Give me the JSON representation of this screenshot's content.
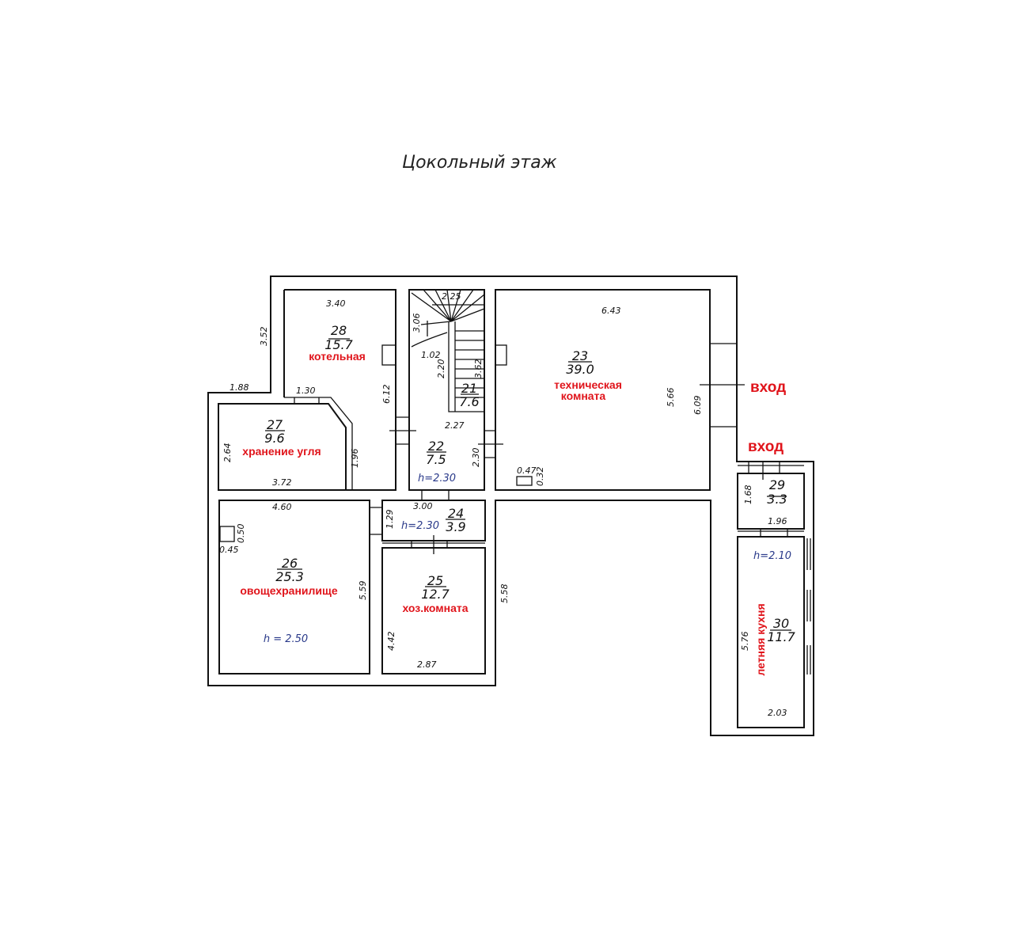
{
  "title": "Цокольный этаж",
  "rooms": [
    {
      "number": "28",
      "area": "15.7",
      "label": "котельная"
    },
    {
      "number": "27",
      "area": "9.6",
      "label": "хранение угля"
    },
    {
      "number": "21",
      "area": "7.6"
    },
    {
      "number": "22",
      "area": "7.5",
      "height": "h=2.30"
    },
    {
      "number": "23",
      "area": "39.0",
      "label1": "техническая",
      "label2": "комната"
    },
    {
      "number": "26",
      "area": "25.3",
      "label": "овощехранилище",
      "height": "h = 2.50"
    },
    {
      "number": "24",
      "area": "3.9",
      "height": "h=2.30"
    },
    {
      "number": "25",
      "area": "12.7",
      "label": "хоз.комната"
    },
    {
      "number": "29",
      "area": "3.3"
    },
    {
      "number": "30",
      "area": "11.7",
      "label": "летняя кухня",
      "height": "h=2.10"
    }
  ],
  "entrances": [
    "вход",
    "вход"
  ],
  "dimensions": {
    "d352": "3.52",
    "d188": "1.88",
    "d340": "3.40",
    "d130": "1.30",
    "d612": "6.12",
    "d264": "2.64",
    "d372": "3.72",
    "d196a": "1.96",
    "d225": "2.25",
    "d306": "3.06",
    "d102": "1.02",
    "d220": "2.20",
    "d362": "3.62",
    "d227": "2.27",
    "d230": "2.30",
    "d643": "6.43",
    "d566": "5.66",
    "d609": "6.09",
    "d047": "0.47",
    "d032": "0.32",
    "d460": "4.60",
    "d050": "0.50",
    "d045": "0.45",
    "d559": "5.59",
    "d300": "3.00",
    "d129": "1.29",
    "d442": "4.42",
    "d287": "2.87",
    "d558": "5.58",
    "d168": "1.68",
    "d196b": "1.96",
    "d576": "5.76",
    "d203": "2.03"
  }
}
